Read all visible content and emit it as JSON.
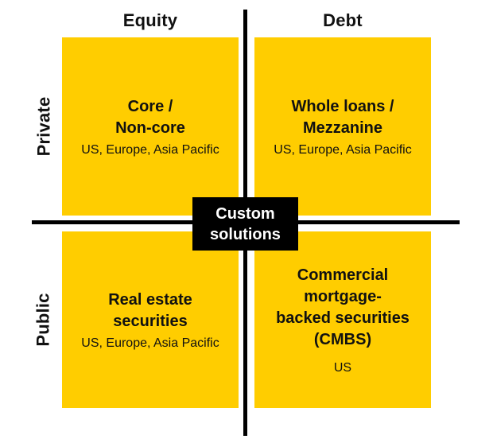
{
  "diagram": {
    "headers": {
      "equity": "Equity",
      "debt": "Debt"
    },
    "row_labels": {
      "private": "Private",
      "public": "Public"
    },
    "quadrants": {
      "private_equity": {
        "title": "Core /\nNon-core",
        "regions": "US, Europe, Asia Pacific"
      },
      "private_debt": {
        "title": "Whole loans /\nMezzanine",
        "regions": "US, Europe, Asia Pacific"
      },
      "public_equity": {
        "title": "Real estate\nsecurities",
        "regions": "US, Europe, Asia Pacific"
      },
      "public_debt": {
        "title": "Commercial\nmortgage-\nbacked securities\n(CMBS)",
        "regions": "US"
      }
    },
    "center": {
      "label": "Custom\nsolutions"
    },
    "colors": {
      "quadrant_fill": "#FFCD00",
      "axis_line": "#000000",
      "badge_background": "#000000",
      "badge_text": "#FFFFFF",
      "text": "#111111"
    }
  }
}
